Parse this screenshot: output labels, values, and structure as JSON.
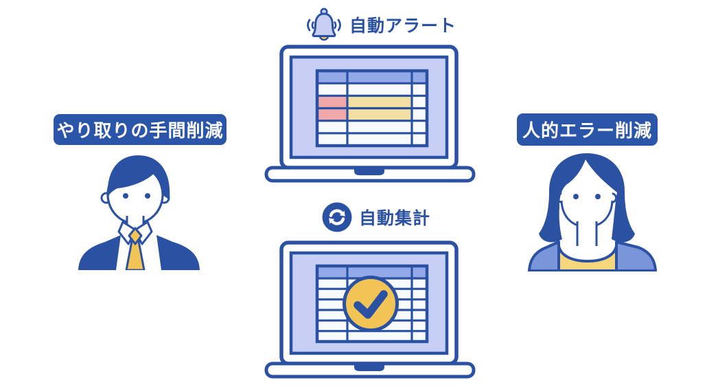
{
  "labels": {
    "auto_alert": "自動アラート",
    "auto_tally": "自動集計",
    "left_benefit": "やり取りの手間削減",
    "right_benefit": "人的エラー削減"
  },
  "icons": {
    "top_feature": "bell-icon",
    "middle_feature": "sync-icon",
    "top_laptop": "laptop-spreadsheet-alert",
    "bottom_laptop": "laptop-spreadsheet-check",
    "check": "check-icon",
    "left_person": "businessman",
    "right_person": "businesswoman"
  },
  "colors": {
    "ink": "#2B51A3",
    "screen": "#C7D0F4",
    "table_header": "#94A9E8",
    "row_white": "#F8FAFD",
    "alert_pink": "#F1A8A8",
    "alert_yellow": "#F4DFA3",
    "accent_yellow": "#F2C355",
    "soft_yellow": "#F6D77E",
    "cardigan_blue": "#7B95DB",
    "label_bg": "#2B55A8",
    "label_text": "#FFFFFF"
  }
}
